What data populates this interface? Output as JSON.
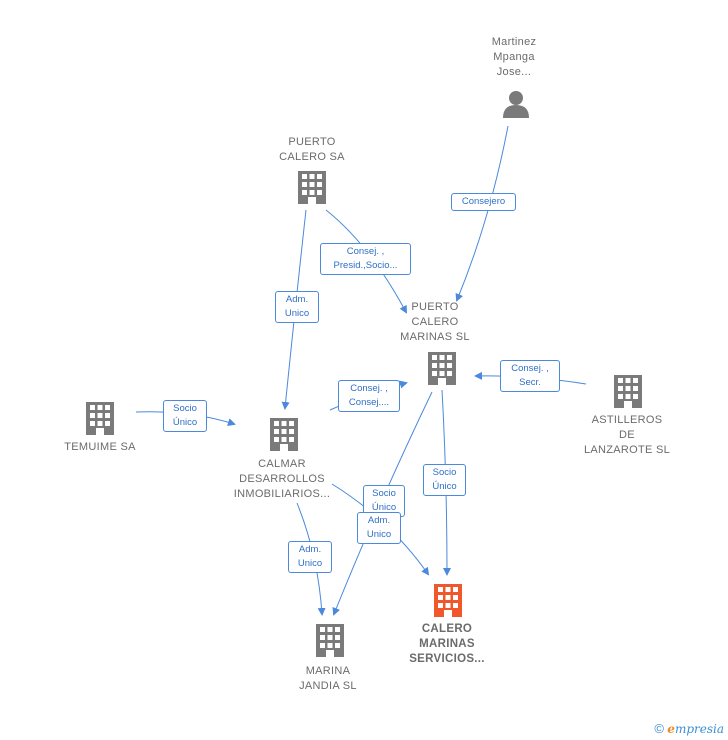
{
  "nodes": {
    "martinez": {
      "lines": [
        "Martinez",
        "Mpanga",
        "Jose..."
      ],
      "kind": "person"
    },
    "puerto_calero_sa": {
      "lines": [
        "PUERTO",
        "CALERO SA"
      ],
      "kind": "company"
    },
    "puerto_calero_marinas": {
      "lines": [
        "PUERTO",
        "CALERO",
        "MARINAS SL"
      ],
      "kind": "company"
    },
    "astilleros": {
      "lines": [
        "ASTILLEROS",
        "DE",
        "LANZAROTE SL"
      ],
      "kind": "company"
    },
    "temuime": {
      "lines": [
        "TEMUIME SA"
      ],
      "kind": "company"
    },
    "calmar": {
      "lines": [
        "CALMAR",
        "DESARROLLOS",
        "INMOBILIARIOS..."
      ],
      "kind": "company"
    },
    "calero_servicios": {
      "lines": [
        "CALERO",
        "MARINAS",
        "SERVICIOS..."
      ],
      "kind": "focus"
    },
    "marina_jandia": {
      "lines": [
        "MARINA",
        "JANDIA  SL"
      ],
      "kind": "company"
    }
  },
  "edges": {
    "consejero": {
      "lines": [
        "Consejero"
      ]
    },
    "pcsa_pcm": {
      "lines": [
        "Consej. ,",
        "Presid.,Socio..."
      ]
    },
    "pcsa_calmar": {
      "lines": [
        "Adm.",
        "Unico"
      ]
    },
    "astilleros_pcm": {
      "lines": [
        "Consej. ,",
        "Secr."
      ]
    },
    "calmar_pcm": {
      "lines": [
        "Consej. ,",
        "Consej...."
      ]
    },
    "temuime_calmar": {
      "lines": [
        "Socio",
        "Único"
      ]
    },
    "pcm_servicios": {
      "lines": [
        "Socio",
        "Único"
      ]
    },
    "calmar_servicios": {
      "lines": [
        "Socio",
        "Único"
      ]
    },
    "pcm_jandia": {
      "lines": [
        "Adm.",
        "Unico"
      ]
    },
    "calmar_jandia": {
      "lines": [
        "Adm.",
        "Unico"
      ]
    }
  },
  "colors": {
    "edge": "#4a89dc",
    "node": "#7a7a7a",
    "focus": "#f0572a"
  },
  "footer": {
    "copyright": "©",
    "brand_initial": "e",
    "brand_rest": "mpresia"
  }
}
